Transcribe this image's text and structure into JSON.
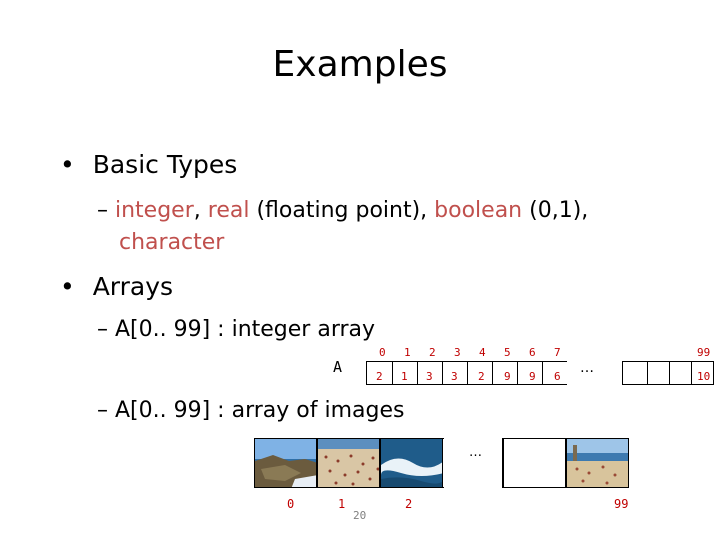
{
  "slide": {
    "title": "Examples",
    "bullet1": "Basic Types",
    "sub1": {
      "integer": "integer",
      "comma1": ", ",
      "real": "real",
      "floating": " (floating point), ",
      "boolean": "boolean",
      "bool_val": " (0,1),",
      "character": "character"
    },
    "bullet2": "Arrays",
    "sub2": "A[0.. 99] : integer array",
    "array_label": "A",
    "indices": [
      "0",
      "1",
      "2",
      "3",
      "4",
      "5",
      "6",
      "7"
    ],
    "values": [
      "2",
      "1",
      "3",
      "3",
      "2",
      "9",
      "9",
      "6"
    ],
    "ellipsis": "…",
    "last_index": "99",
    "last_value": "10",
    "sub3": "A[0.. 99] :  array of images",
    "img_indices": [
      "0",
      "1",
      "2",
      "99"
    ],
    "img_size_label": "20",
    "img_ellipsis": "…"
  },
  "colors": {
    "accent": "#c0504d",
    "index_red": "#c00000"
  }
}
